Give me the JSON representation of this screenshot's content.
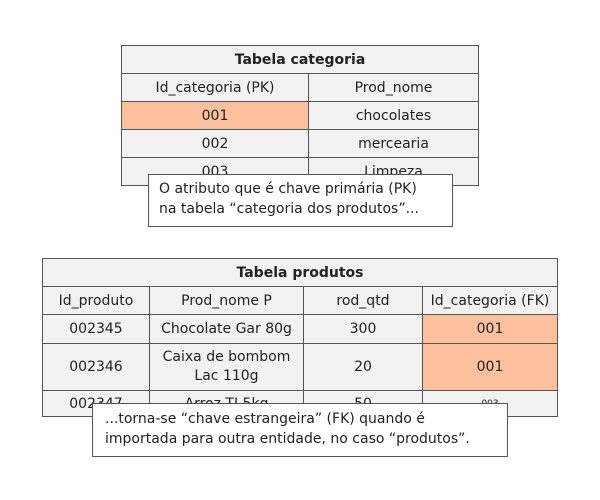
{
  "categoria": {
    "title": "Tabela categoria",
    "headers": [
      "Id_categoria (PK)",
      "Prod_nome"
    ],
    "rows": [
      [
        "001",
        "chocolates"
      ],
      [
        "002",
        "mercearia"
      ],
      [
        "003",
        "Limpeza"
      ]
    ]
  },
  "note1": {
    "line1": "O atributo que é chave primária (PK)",
    "line2": "na tabela “categoria dos produtos”..."
  },
  "produtos": {
    "title": "Tabela produtos",
    "headers": [
      "Id_produto",
      "Prod_nome P",
      "rod_qtd",
      "Id_categoria (FK)"
    ],
    "rows": [
      [
        "002345",
        "Chocolate Gar 80g",
        "300",
        "001"
      ],
      [
        "002346",
        "Caixa de bombom",
        "Lac 110g",
        "20",
        "001"
      ],
      [
        "002347",
        "Arroz TI 5kg",
        "50",
        "003"
      ]
    ]
  },
  "note2": {
    "line1": "...torna-se “chave estrangeira” (FK) quando é",
    "line2": "importada para outra entidade, no caso “produtos”."
  },
  "colors": {
    "highlight": "#fcc09c",
    "cell": "#f2f2f2"
  }
}
